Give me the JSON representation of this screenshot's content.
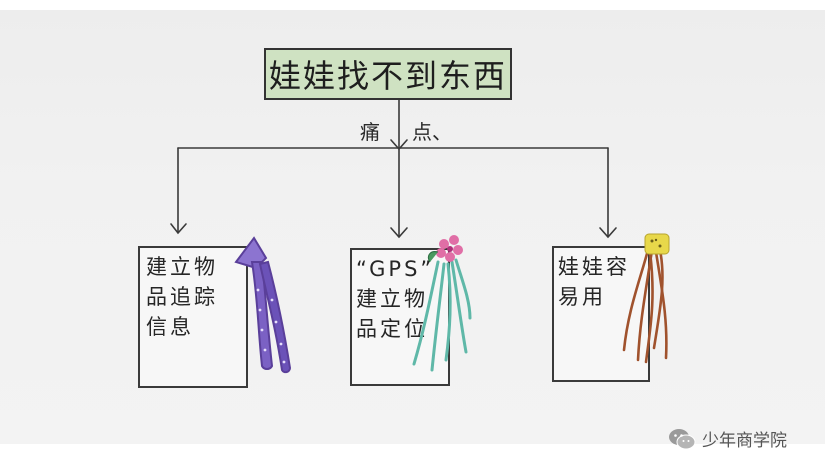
{
  "title": "娃娃找不到东西",
  "pain_label": {
    "left": "痛",
    "right": "点、"
  },
  "nodes": [
    {
      "text": "建立物\n品追踪\n信息",
      "ribbon_color": "#6b4fb0"
    },
    {
      "text": "“GPS”\n建立物\n品定位",
      "ribbon_color": "#5fb8a8",
      "flower_color": "#e06ea6"
    },
    {
      "text": "娃娃容\n易用",
      "ribbon_color": "#a0522d",
      "flower_color": "#e8d84a"
    }
  ],
  "watermark": "少年商学院",
  "colors": {
    "title_fill": "#cfe2c2",
    "line": "#333333",
    "paper": "#f0f0f0"
  }
}
